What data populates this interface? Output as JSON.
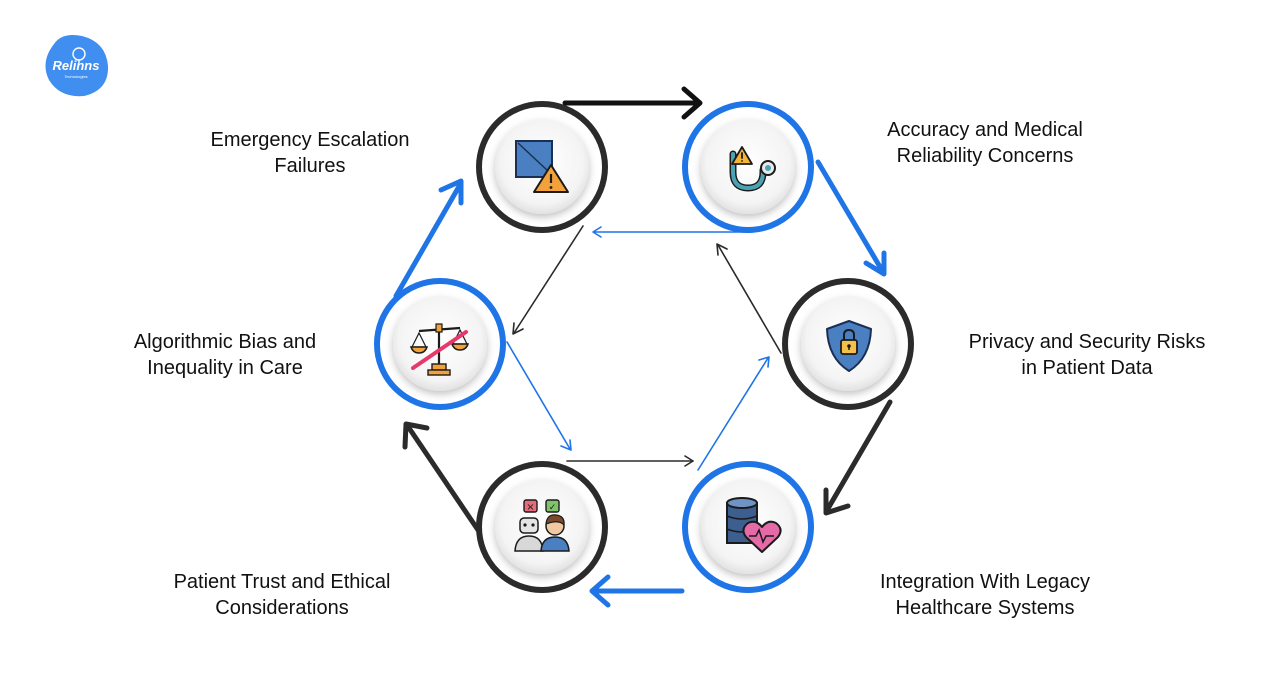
{
  "logo": {
    "name": "Reli",
    "name_suffix": "nns",
    "tagline": "Technologies"
  },
  "nodes": [
    {
      "id": "emergency",
      "icon": "warning-sign-icon",
      "line1": "Emergency Escalation",
      "line2": "Failures"
    },
    {
      "id": "accuracy",
      "icon": "stethoscope-warning-icon",
      "line1": "Accuracy and Medical",
      "line2": "Reliability Concerns"
    },
    {
      "id": "privacy",
      "icon": "shield-lock-icon",
      "line1": "Privacy and Security Risks",
      "line2": "in Patient Data"
    },
    {
      "id": "integration",
      "icon": "database-heart-icon",
      "line1": "Integration With Legacy",
      "line2": "Healthcare Systems"
    },
    {
      "id": "trust",
      "icon": "robot-human-icon",
      "line1": "Patient Trust and Ethical",
      "line2": "Considerations"
    },
    {
      "id": "bias",
      "icon": "scale-bias-icon",
      "line1": "Algorithmic Bias and",
      "line2": "Inequality in Care"
    }
  ],
  "colors": {
    "blue": "#1f74e6",
    "dark": "#2b2b2b",
    "logo_bg": "#3f8ef0"
  }
}
